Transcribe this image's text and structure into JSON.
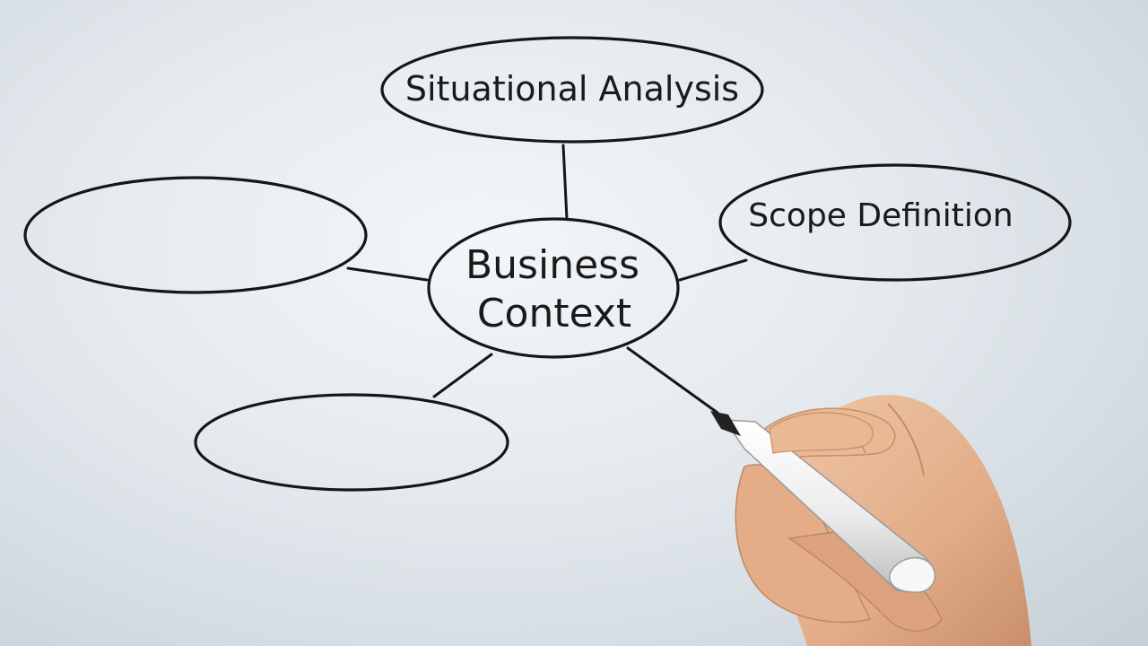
{
  "mind_map": {
    "center": {
      "line1": "Business",
      "line2": "Context"
    },
    "nodes": [
      {
        "label": "Situational Analysis"
      },
      {
        "label": "Scope Definition"
      },
      {
        "label": ""
      },
      {
        "label": ""
      }
    ]
  },
  "colors": {
    "ink": "#161616",
    "board": "#e6ebef",
    "skin": "#e8b896",
    "marker": "#f4f4f4"
  },
  "icons": {
    "hand": "hand-holding-marker"
  }
}
